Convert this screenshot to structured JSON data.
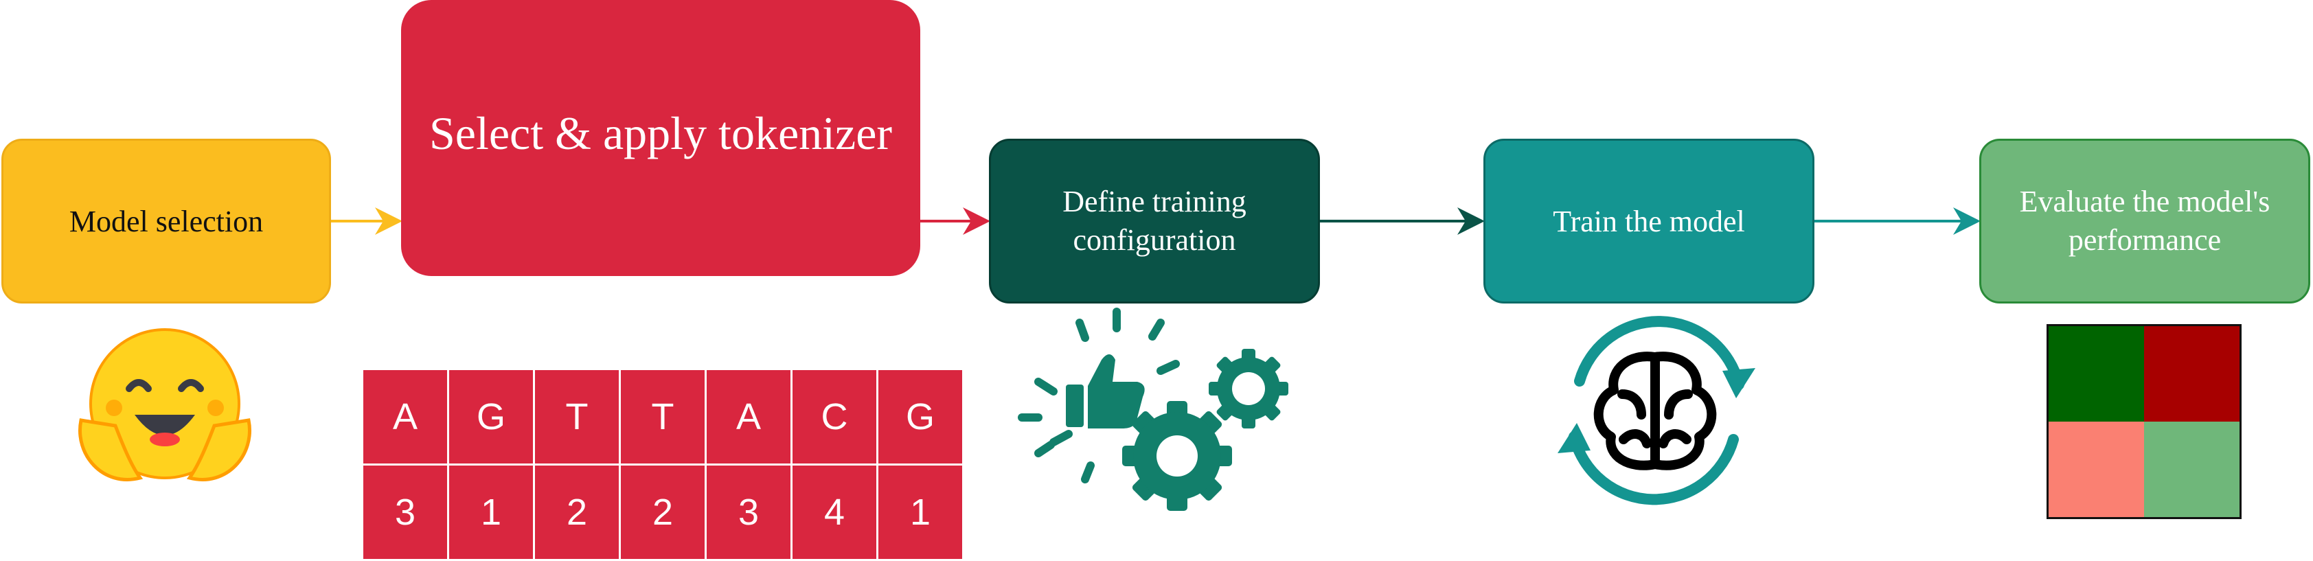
{
  "steps": [
    {
      "label": "Model selection",
      "color": "#fbbd1f"
    },
    {
      "label": "Select & apply tokenizer",
      "color": "#d9263f"
    },
    {
      "label": "Define training\nconfiguration",
      "color": "#0a5347"
    },
    {
      "label": "Train the model",
      "color": "#149591"
    },
    {
      "label": "Evaluate the model's\nperformance",
      "color": "#6fb77a"
    }
  ],
  "tokens": {
    "letters": [
      "A",
      "G",
      "T",
      "T",
      "A",
      "C",
      "G"
    ],
    "ids": [
      "3",
      "1",
      "2",
      "2",
      "3",
      "4",
      "1"
    ]
  },
  "icons": {
    "step1": "hugging-face-emoji-icon",
    "step3": "thumbs-up-gears-icon",
    "step4": "brain-refresh-cycle-icon",
    "step5": "confusion-matrix-icon"
  },
  "confusion_matrix_colors": [
    "#006400",
    "#a70000",
    "#fa8072",
    "#6fb77a"
  ]
}
